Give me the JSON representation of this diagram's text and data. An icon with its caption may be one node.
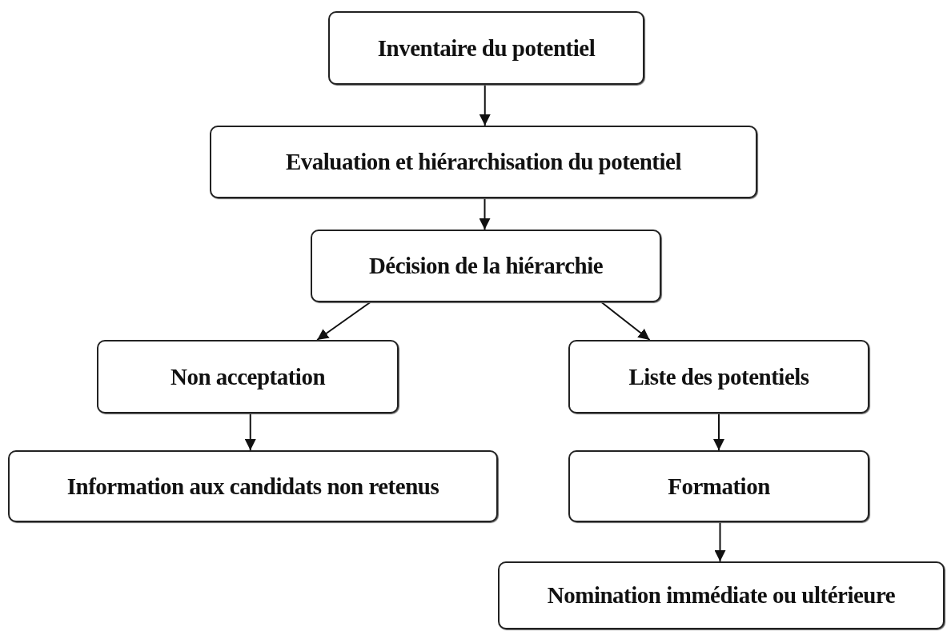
{
  "diagram": {
    "nodes": [
      {
        "text": [
          "Inventaire du potentiel"
        ]
      },
      {
        "text": [
          "Evaluation et hiérarchisation du potentiel"
        ]
      },
      {
        "text": [
          "Décision de la hiérarchie"
        ]
      },
      {
        "text": [
          "Non acceptation"
        ]
      },
      {
        "text": [
          "Liste des potentiels"
        ]
      },
      {
        "text": [
          "Information aux candidats non retenus"
        ]
      },
      {
        "text": [
          "Formation"
        ]
      },
      {
        "text": [
          "Nomination immédiate ou ultérieure"
        ]
      }
    ],
    "edges": [
      {
        "from": 0,
        "to": 1,
        "arrow": "to"
      },
      {
        "from": 1,
        "to": 2,
        "arrow": "to"
      },
      {
        "from": 2,
        "to": 3,
        "arrow": "to"
      },
      {
        "from": 2,
        "to": 4,
        "arrow": "to"
      },
      {
        "from": 3,
        "to": 5,
        "arrow": "to"
      },
      {
        "from": 4,
        "to": 6,
        "arrow": "to"
      },
      {
        "from": 6,
        "to": 7,
        "arrow": "to"
      }
    ]
  }
}
